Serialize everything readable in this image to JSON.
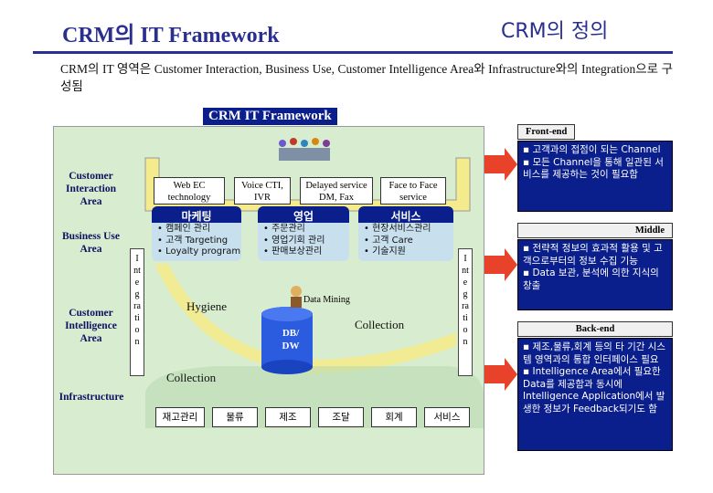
{
  "header": {
    "title_left": "CRM의 IT Framework",
    "title_right": "CRM의 정의"
  },
  "description": "CRM의 IT 영역은 Customer Interaction, Business Use, Customer Intelligence Area와 Infrastructure와의 Integration으로 구성됨",
  "framework": {
    "title": "CRM IT Framework",
    "left_areas": [
      "Customer Interaction Area",
      "Business Use Area",
      "Customer Intelligence Area",
      "Infrastructure"
    ],
    "integration_label": "Integration",
    "channels": [
      "Web EC technology",
      "Voice CTI, IVR",
      "Delayed service DM, Fax",
      "Face to Face service"
    ],
    "functions": {
      "marketing": {
        "title": "마케팅",
        "items": [
          "캠페인 관리",
          "고객 Targeting",
          "Loyalty program"
        ]
      },
      "sales": {
        "title": "영업",
        "items": [
          "주문관리",
          "영업기회 관리",
          "판매보상관리"
        ]
      },
      "service": {
        "title": "서비스",
        "items": [
          "현장서비스관리",
          "고객 Care",
          "기술지원"
        ]
      }
    },
    "hygiene": "Hygiene",
    "data_mining": "Data Mining",
    "db": "DB/ DW",
    "collection_right": "Collection",
    "collection_left": "Collection",
    "bottom_items": [
      "재고관리",
      "물류",
      "제조",
      "조달",
      "회계",
      "서비스"
    ]
  },
  "sidebar": {
    "front_end": {
      "label": "Front-end",
      "text": [
        "고객과의 접점이 되는 Channel",
        "모든 Channel을 통해 일관된 서비스를 제공하는 것이 필요함"
      ]
    },
    "middle": {
      "label": "Middle",
      "text": [
        "전략적 정보의 효과적 활용 및 고객으로부터의 정보 수집 기능",
        "Data 보관, 분석에 의한 지식의 창출"
      ]
    },
    "back_end": {
      "label": "Back-end",
      "text": [
        "제조,물류,회계 등의 타 기간 시스템 영역과의 통합 인터페이스 필요",
        "Intelligence Area에서 필요한 Data를 제공함과 동시에 Intelligence Application에서 발생한 정보가 Feedback되기도 함"
      ]
    }
  },
  "colors": {
    "navy": "#0b1f8c",
    "title": "#2a2f8f",
    "panel": "#d8ecd0",
    "yellow": "#f4ec8c",
    "arrow": "#e8432a"
  }
}
